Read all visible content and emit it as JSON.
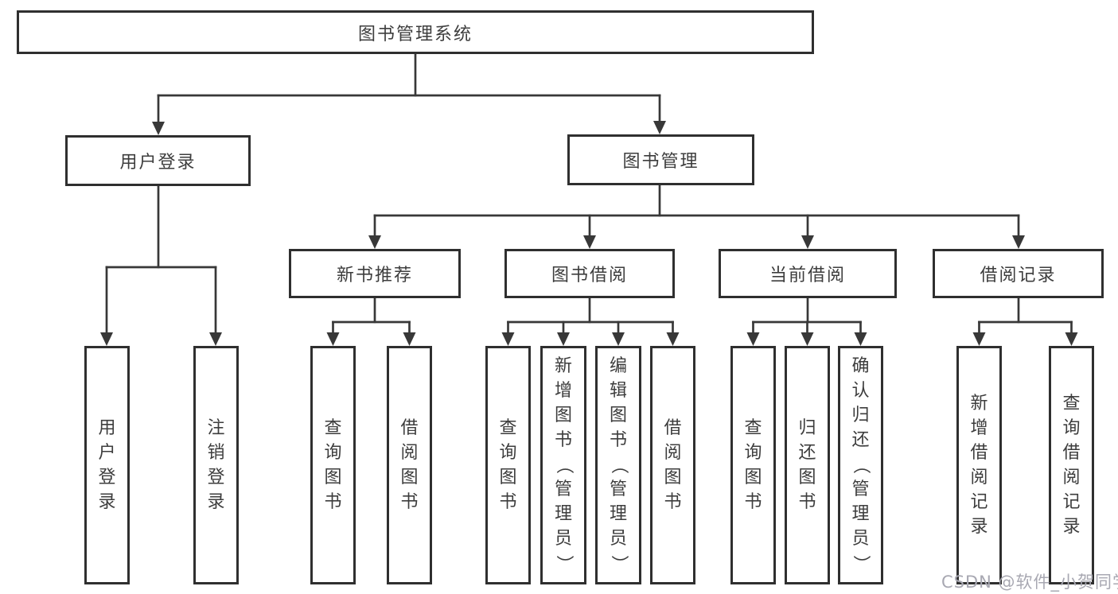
{
  "diagram_title": "图书管理系统",
  "nodes": {
    "root": "图书管理系统",
    "user_login": "用户登录",
    "book_mgmt": "图书管理",
    "new_book_rec": "新书推荐",
    "book_borrowing": "图书借阅",
    "current_borrowing": "当前借阅",
    "borrowing_records": "借阅记录",
    "leaf_user_login": "用户登录",
    "leaf_logout": "注销登录",
    "leaf_query_books_rec": "查询图书",
    "leaf_borrow_books_rec": "借阅图书",
    "leaf_query_books_borrow": "查询图书",
    "leaf_add_books_admin": "新增图书（管理员）",
    "leaf_edit_books_admin": "编辑图书（管理员）",
    "leaf_borrow_books": "借阅图书",
    "leaf_query_books_current": "查询图书",
    "leaf_return_books": "归还图书",
    "leaf_confirm_return_admin": "确认归还（管理员）",
    "leaf_add_borrow_record": "新增借阅记录",
    "leaf_query_borrow_record": "查询借阅记录"
  },
  "hierarchy": {
    "图书管理系统": [
      "用户登录",
      "图书管理"
    ],
    "用户登录": [
      "用户登录",
      "注销登录"
    ],
    "图书管理": [
      "新书推荐",
      "图书借阅",
      "当前借阅",
      "借阅记录"
    ],
    "新书推荐": [
      "查询图书",
      "借阅图书"
    ],
    "图书借阅": [
      "查询图书",
      "新增图书（管理员）",
      "编辑图书（管理员）",
      "借阅图书"
    ],
    "当前借阅": [
      "查询图书",
      "归还图书",
      "确认归还（管理员）"
    ],
    "借阅记录": [
      "新增借阅记录",
      "查询借阅记录"
    ]
  },
  "watermark": {
    "text": "CSDN @软件_小贺同学"
  },
  "colors": {
    "line": "#383838",
    "box_border": "#2f2f2f",
    "box_background": "#ffffff",
    "text": "#3d3d3d",
    "background": "#ffffff",
    "watermark": "#a8a8b2"
  }
}
